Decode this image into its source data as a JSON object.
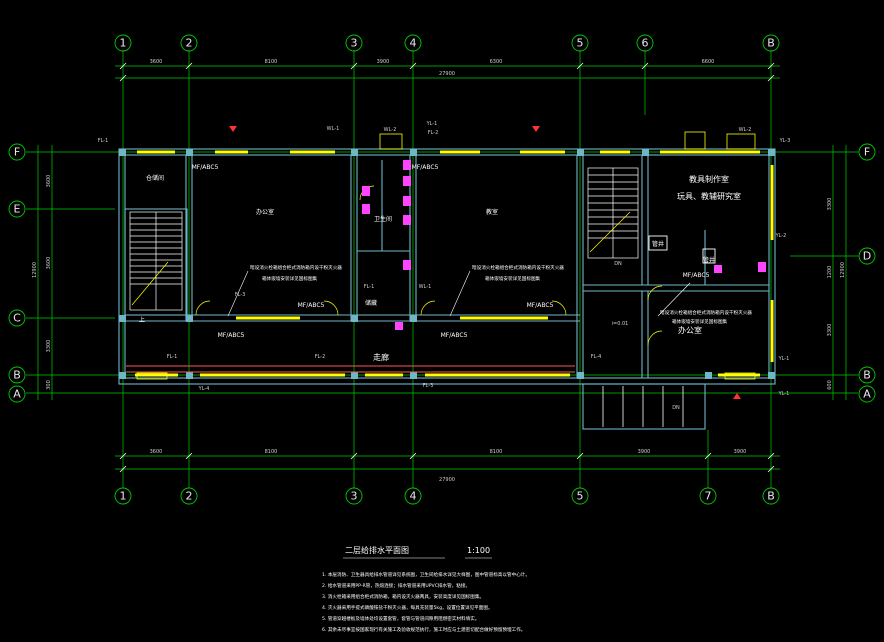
{
  "drawing": {
    "title": "二层给排水平面图",
    "scale": "1:100",
    "colors": {
      "background": "#000000",
      "axis": "#00cc00",
      "wall": "#6fb7c7",
      "window": "#ffff00",
      "door": "#ff44ff",
      "pipe": "#ff5555",
      "text": "#ffffff",
      "marker": "#ff3333"
    }
  },
  "axes": {
    "columns": [
      "1",
      "2",
      "3",
      "4",
      "5",
      "6",
      "B"
    ],
    "columns_bottom": [
      "1",
      "2",
      "3",
      "4",
      "5",
      "7",
      "B"
    ],
    "rows_left": [
      "F",
      "E",
      "C",
      "B",
      "A"
    ],
    "rows_right": [
      "F",
      "D",
      "B",
      "A"
    ]
  },
  "dimensions": {
    "top_segments": [
      "3600",
      "8100",
      "3900",
      "6300",
      "6600"
    ],
    "top_total": "27900",
    "bottom_segments": [
      "3600",
      "8100",
      "8100",
      "3900",
      "3900"
    ],
    "bottom_total": "27900",
    "left_segments": [
      "3600",
      "3600",
      "3300",
      "300"
    ],
    "left_total": "12900",
    "right_segments": [
      "3300",
      "1200",
      "3300",
      "600"
    ],
    "right_total": "12900"
  },
  "rooms": {
    "storage": "仓储间",
    "office_left": "办公室",
    "toilet": "卫生间",
    "office_mid": "教室",
    "corridor": "走廊",
    "workshop": "教具制作室",
    "workshop_sub": "玩具、教辅研究室",
    "office_right": "办公室",
    "store_small": "储藏",
    "well_1": "管井",
    "well_2": "管井",
    "stair_up": "上"
  },
  "labels": {
    "extinguishers": [
      "MF/ABC5",
      "MF/ABC5",
      "MF/ABC5",
      "MF/ABC5",
      "MF/ABC5",
      "MF/ABC5",
      "MF/ABC5"
    ],
    "risers": [
      "FL-1",
      "WL-1",
      "WL-2",
      "FL-2",
      "WL-2",
      "YL-3",
      "YL-1",
      "FL-3",
      "FL-1",
      "WL-1",
      "YL-2",
      "YL-1",
      "YL-4",
      "FL-2",
      "FL-3",
      "FL-4",
      "FL-1",
      "YL-1"
    ],
    "notes_pipe": [
      "暗设消火栓箱组合柜式消防箱内设干粉灭火器",
      "箱体嵌墙安装详见国标图集",
      "暗设消火栓箱组合柜式消防箱内设干粉灭火器",
      "箱体嵌墙安装详见国标图集",
      "暗设消火栓箱组合柜式消防箱内设干粉灭火器",
      "箱体嵌墙安装详见国标图集"
    ],
    "sink": "i=0.01",
    "drop_1": "DN",
    "drop_2": "DN"
  },
  "notes": [
    "1. 本层消防、卫生器具给排水管道详见系统图，卫生间给排水详见大样图，图中管道标高以管中心计。",
    "2. 给水管道采用PP-R管，热熔连接；排水管道采用UPVC排水管，粘接。",
    "3. 消火栓箱采用组合柜式消防箱，箱内设灭火器两具，安装高度详见国标图集。",
    "4. 灭火器采用手提式磷酸铵盐干粉灭火器，每具充装量5kg，设置位置详见平面图。",
    "5. 管道穿越楼板及墙体处均设置套管，套管与管道间隙用阻燃密实材料填实。",
    "6. 其余未尽事宜按国家现行有关施工及验收规范执行，施工时应与土建密切配合做好预留预埋工作。"
  ]
}
